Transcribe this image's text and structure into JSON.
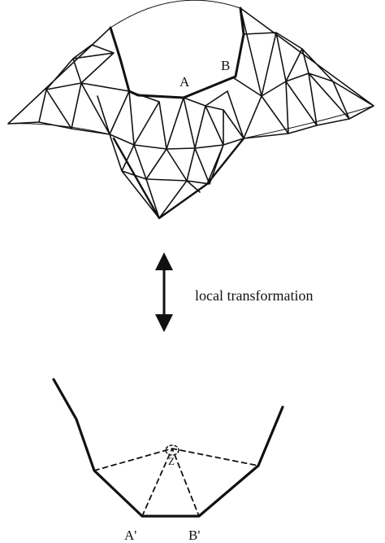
{
  "labels": {
    "point_a": "A",
    "point_b": "B",
    "arrow_caption": "local transformation",
    "point_a_prime": "A'",
    "point_b_prime": "B'",
    "point_z": "Z"
  },
  "colors": {
    "ink": "#111111",
    "background": "#ffffff"
  }
}
